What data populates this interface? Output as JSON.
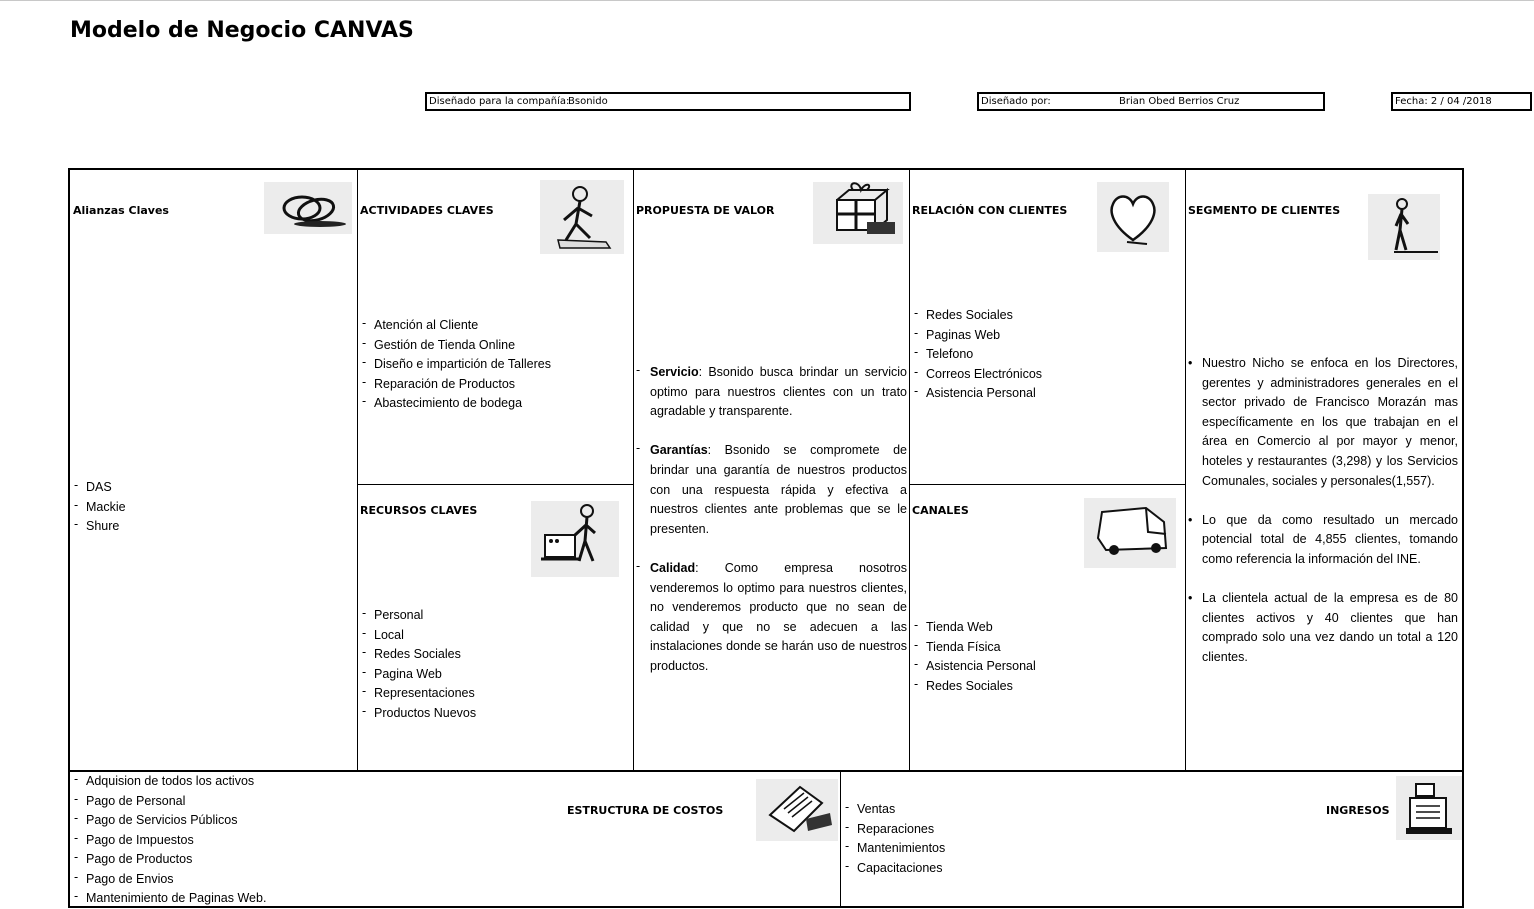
{
  "title": "Modelo de Negocio CANVAS",
  "info": {
    "company_label": "Diseñado para la compañía:",
    "company_value": "Bsonido",
    "designer_label": "Diseñado por:",
    "designer_value": "Brian Obed Berrios Cruz",
    "date_label": "Fecha:",
    "date_value": "2 / 04 /2018"
  },
  "alianzas": {
    "title": "Alianzas Claves",
    "icon": "chain-links-icon",
    "items": [
      "DAS",
      "Mackie",
      "Shure"
    ]
  },
  "actividades": {
    "title": "ACTIVIDADES CLAVES",
    "icon": "worker-icon",
    "items": [
      "Atención al Cliente",
      "Gestión de Tienda Online",
      "Diseño e impartición de Talleres",
      "Reparación de Productos",
      "Abastecimiento de bodega"
    ]
  },
  "recursos": {
    "title": "RECURSOS CLAVES",
    "icon": "person-machine-icon",
    "items": [
      "Personal",
      "Local",
      "Redes Sociales",
      "Pagina Web",
      "Representaciones",
      "Productos Nuevos"
    ]
  },
  "propuesta": {
    "title": "PROPUESTA DE VALOR",
    "icon": "gift-box-icon",
    "items": [
      {
        "bold": "Servicio",
        "text": ": Bsonido busca brindar un servicio optimo para nuestros clientes con un trato agradable y transparente."
      },
      {
        "bold": "Garantías",
        "text": ": Bsonido se compromete de brindar una garantía de nuestros productos con una respuesta rápida y efectiva a nuestros clientes ante problemas que se le presenten."
      },
      {
        "bold": "Calidad",
        "text": ": Como empresa nosotros venderemos lo optimo para nuestros clientes, no venderemos producto que no sean de calidad y que no se adecuen a las instalaciones donde se harán uso de nuestros productos."
      }
    ]
  },
  "relacion": {
    "title": "RELACIÓN CON CLIENTES",
    "icon": "heart-icon",
    "items": [
      "Redes Sociales",
      "Paginas Web",
      "Telefono",
      "Correos Electrónicos",
      "Asistencia Personal"
    ]
  },
  "canales": {
    "title": "CANALES",
    "icon": "truck-icon",
    "items": [
      "Tienda Web",
      "Tienda Física",
      "Asistencia Personal",
      "Redes Sociales"
    ]
  },
  "segmento": {
    "title": "SEGMENTO DE CLIENTES",
    "icon": "person-icon",
    "items": [
      "Nuestro Nicho se enfoca en los Directores, gerentes y administradores generales en el sector privado de Francisco Morazán mas específicamente en los que trabajan en el área en Comercio al por mayor y menor,  hoteles y restaurantes (3,298) y los Servicios Comunales, sociales y personales(1,557).",
      "Lo que da como resultado un mercado potencial total de 4,855 clientes, tomando como referencia la información del INE.",
      "La clientela actual de la empresa es de 80 clientes activos y 40 clientes que han comprado solo una vez dando un total a 120 clientes."
    ]
  },
  "costos": {
    "title": "ESTRUCTURA DE COSTOS",
    "icon": "receipt-icon",
    "items": [
      "Adquision de todos los activos",
      "Pago de Personal",
      "Pago de Servicios Públicos",
      "Pago de Impuestos",
      "Pago de Productos",
      "Pago de Envios",
      "Mantenimiento de Paginas Web."
    ]
  },
  "ingresos": {
    "title": "INGRESOS",
    "icon": "cash-register-icon",
    "items": [
      "Ventas",
      "Reparaciones",
      "Mantenimientos",
      "Capacitaciones"
    ]
  }
}
